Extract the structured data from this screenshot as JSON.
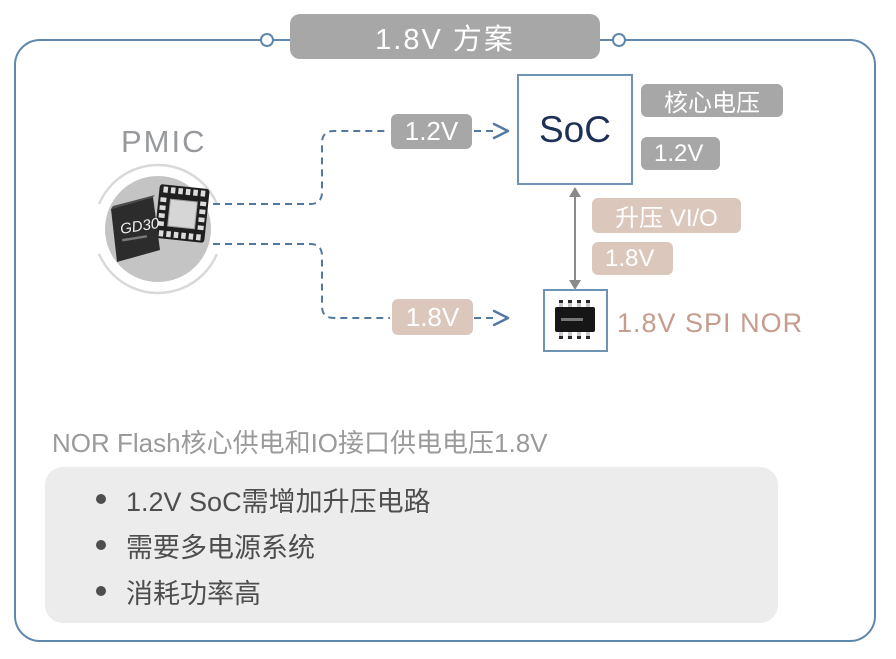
{
  "title": "1.8V 方案",
  "pmic": {
    "label": "PMIC",
    "chip_marking": "GD30"
  },
  "flows": {
    "to_soc": "1.2V",
    "to_nor": "1.8V"
  },
  "soc": {
    "label": "SoC",
    "core_voltage_tag": "核心电压",
    "core_voltage_value": "1.2V"
  },
  "io_boost": {
    "tag": "升压  VI/O",
    "value": "1.8V"
  },
  "nor": {
    "caption": "1.8V SPI NOR"
  },
  "description": "NOR Flash核心供电和IO接口供电电压1.8V",
  "bullets": [
    "1.2V SoC需增加升压电路",
    "需要多电源系统",
    "消耗功率高"
  ],
  "colors": {
    "frame_blue": "#5e87ae",
    "wire_blue": "#53799f",
    "gray_badge": "#a7a7a7",
    "tan_badge": "#dcc7bc",
    "tan_text": "#c69c8e",
    "soc_border": "#6e93b4",
    "soc_text": "#1d3056"
  }
}
